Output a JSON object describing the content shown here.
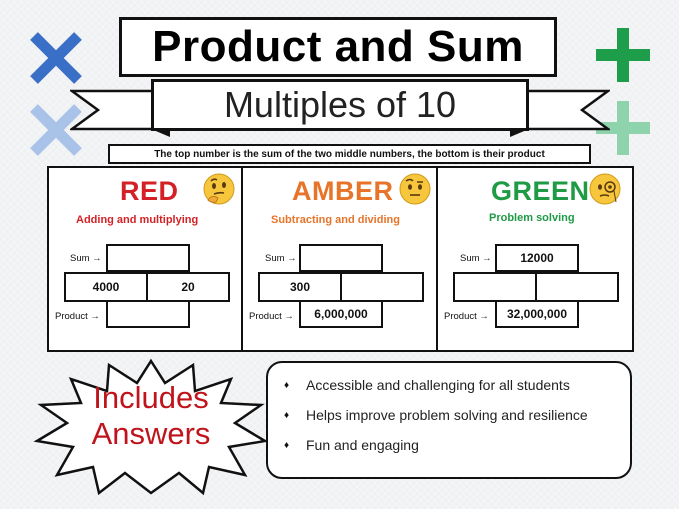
{
  "title": "Product and Sum",
  "subtitle": "Multiples of 10",
  "instruction": "The top number is the sum of the two middle numbers, the bottom is their product",
  "decor": {
    "left_symbol": "times-icon",
    "right_symbol": "plus-icon",
    "colors": {
      "blue": "#3a6fc7",
      "blue_light": "#a9c3e8",
      "green": "#1e9e4a",
      "green_light": "#8fd3ad"
    }
  },
  "levels": [
    {
      "name": "RED",
      "subtitle": "Adding and multiplying",
      "emoji": "thinking-face-emoji",
      "color": "#d42126",
      "sum_label": "Sum →",
      "product_label": "Product →",
      "sum": "",
      "left": "4000",
      "right": "20",
      "product": ""
    },
    {
      "name": "AMBER",
      "subtitle": "Subtracting and dividing",
      "emoji": "raised-eyebrow-face-emoji",
      "color": "#e8742a",
      "sum_label": "Sum →",
      "product_label": "Product →",
      "sum": "",
      "left": "300",
      "right": "",
      "product": "6,000,000"
    },
    {
      "name": "GREEN",
      "subtitle": "Problem solving",
      "emoji": "monocle-face-emoji",
      "color": "#1f9a45",
      "sum_label": "Sum →",
      "product_label": "Product →",
      "sum": "12000",
      "left": "",
      "right": "",
      "product": "32,000,000"
    }
  ],
  "badge": {
    "line1": "Includes",
    "line2": "Answers",
    "color": "#c0141c"
  },
  "features": [
    "Accessible and challenging for all students",
    "Helps improve problem solving and resilience",
    "Fun and engaging"
  ],
  "bullet_char": "♦"
}
